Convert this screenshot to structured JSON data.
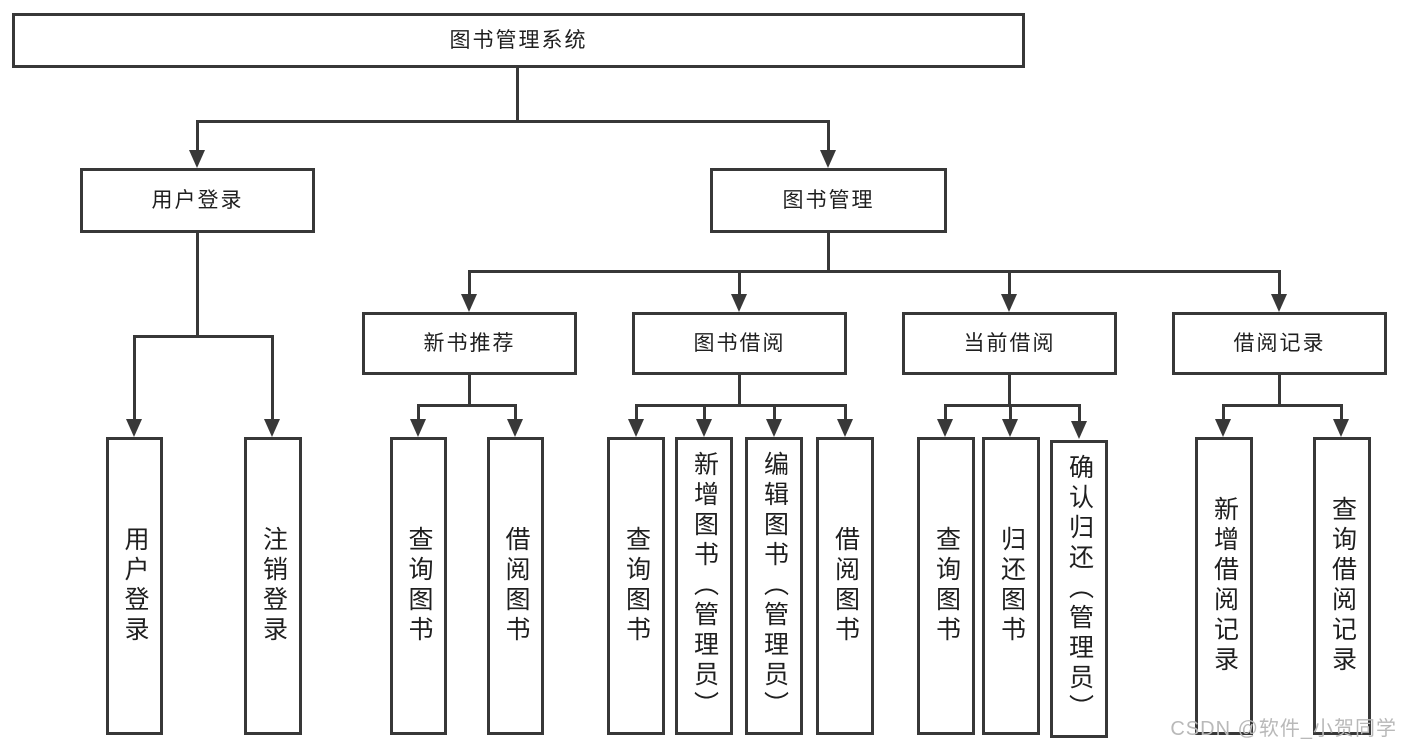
{
  "colors": {
    "line": "#383838",
    "text": "#1f1f1f",
    "background": "#ffffff",
    "watermark": "#b9b9b9"
  },
  "watermark": {
    "text": "CSDN @软件_小贺同学"
  },
  "diagram": {
    "root": {
      "label": "图书管理系统"
    },
    "branches": [
      {
        "label": "用户登录",
        "children": [
          {
            "label": "用户登录"
          },
          {
            "label": "注销登录"
          }
        ]
      },
      {
        "label": "图书管理",
        "children": [
          {
            "label": "新书推荐",
            "children": [
              {
                "label": "查询图书"
              },
              {
                "label": "借阅图书"
              }
            ]
          },
          {
            "label": "图书借阅",
            "children": [
              {
                "label": "查询图书"
              },
              {
                "label": "新增图书（管理员）"
              },
              {
                "label": "编辑图书（管理员）"
              },
              {
                "label": "借阅图书"
              }
            ]
          },
          {
            "label": "当前借阅",
            "children": [
              {
                "label": "查询图书"
              },
              {
                "label": "归还图书"
              },
              {
                "label": "确认归还（管理员）"
              }
            ]
          },
          {
            "label": "借阅记录",
            "children": [
              {
                "label": "新增借阅记录"
              },
              {
                "label": "查询借阅记录"
              }
            ]
          }
        ]
      }
    ]
  }
}
